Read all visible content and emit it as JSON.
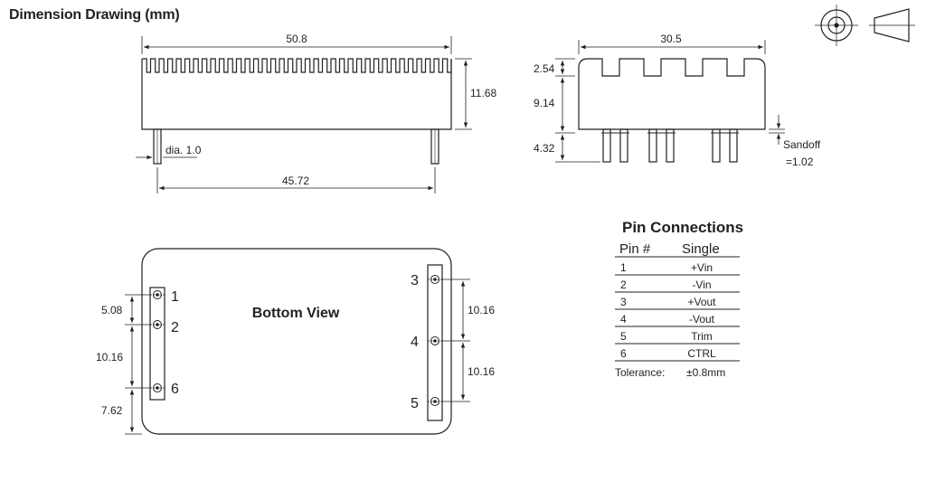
{
  "title": "Dimension Drawing (mm)",
  "front_view": {
    "length": "50.8",
    "height": "11.68",
    "pin_dia": "dia. 1.0",
    "pin_spacing": "45.72"
  },
  "side_view": {
    "width": "30.5",
    "dim_top": "2.54",
    "dim_body": "9.14",
    "dim_pins": "4.32",
    "standoff_line1": "Sandoff",
    "standoff_line2": "=1.02"
  },
  "bottom_view": {
    "label": "Bottom View",
    "left_dims": [
      "5.08",
      "10.16",
      "7.62"
    ],
    "right_dims": [
      "10.16",
      "10.16"
    ],
    "pin_labels": {
      "p1": "1",
      "p2": "2",
      "p6": "6",
      "p3": "3",
      "p4": "4",
      "p5": "5"
    }
  },
  "pin_table": {
    "title": "Pin Connections",
    "headers": [
      "Pin #",
      "Single"
    ],
    "rows": [
      {
        "pin": "1",
        "func": "+Vin"
      },
      {
        "pin": "2",
        "func": "-Vin"
      },
      {
        "pin": "3",
        "func": "+Vout"
      },
      {
        "pin": "4",
        "func": "-Vout"
      },
      {
        "pin": "5",
        "func": "Trim"
      },
      {
        "pin": "6",
        "func": "CTRL"
      }
    ],
    "tolerance_label": "Tolerance:",
    "tolerance_value": "±0.8mm"
  },
  "colors": {
    "ink": "#231f20",
    "background": "#ffffff"
  },
  "icons": [
    "projection-circles-icon",
    "projection-cone-icon"
  ]
}
